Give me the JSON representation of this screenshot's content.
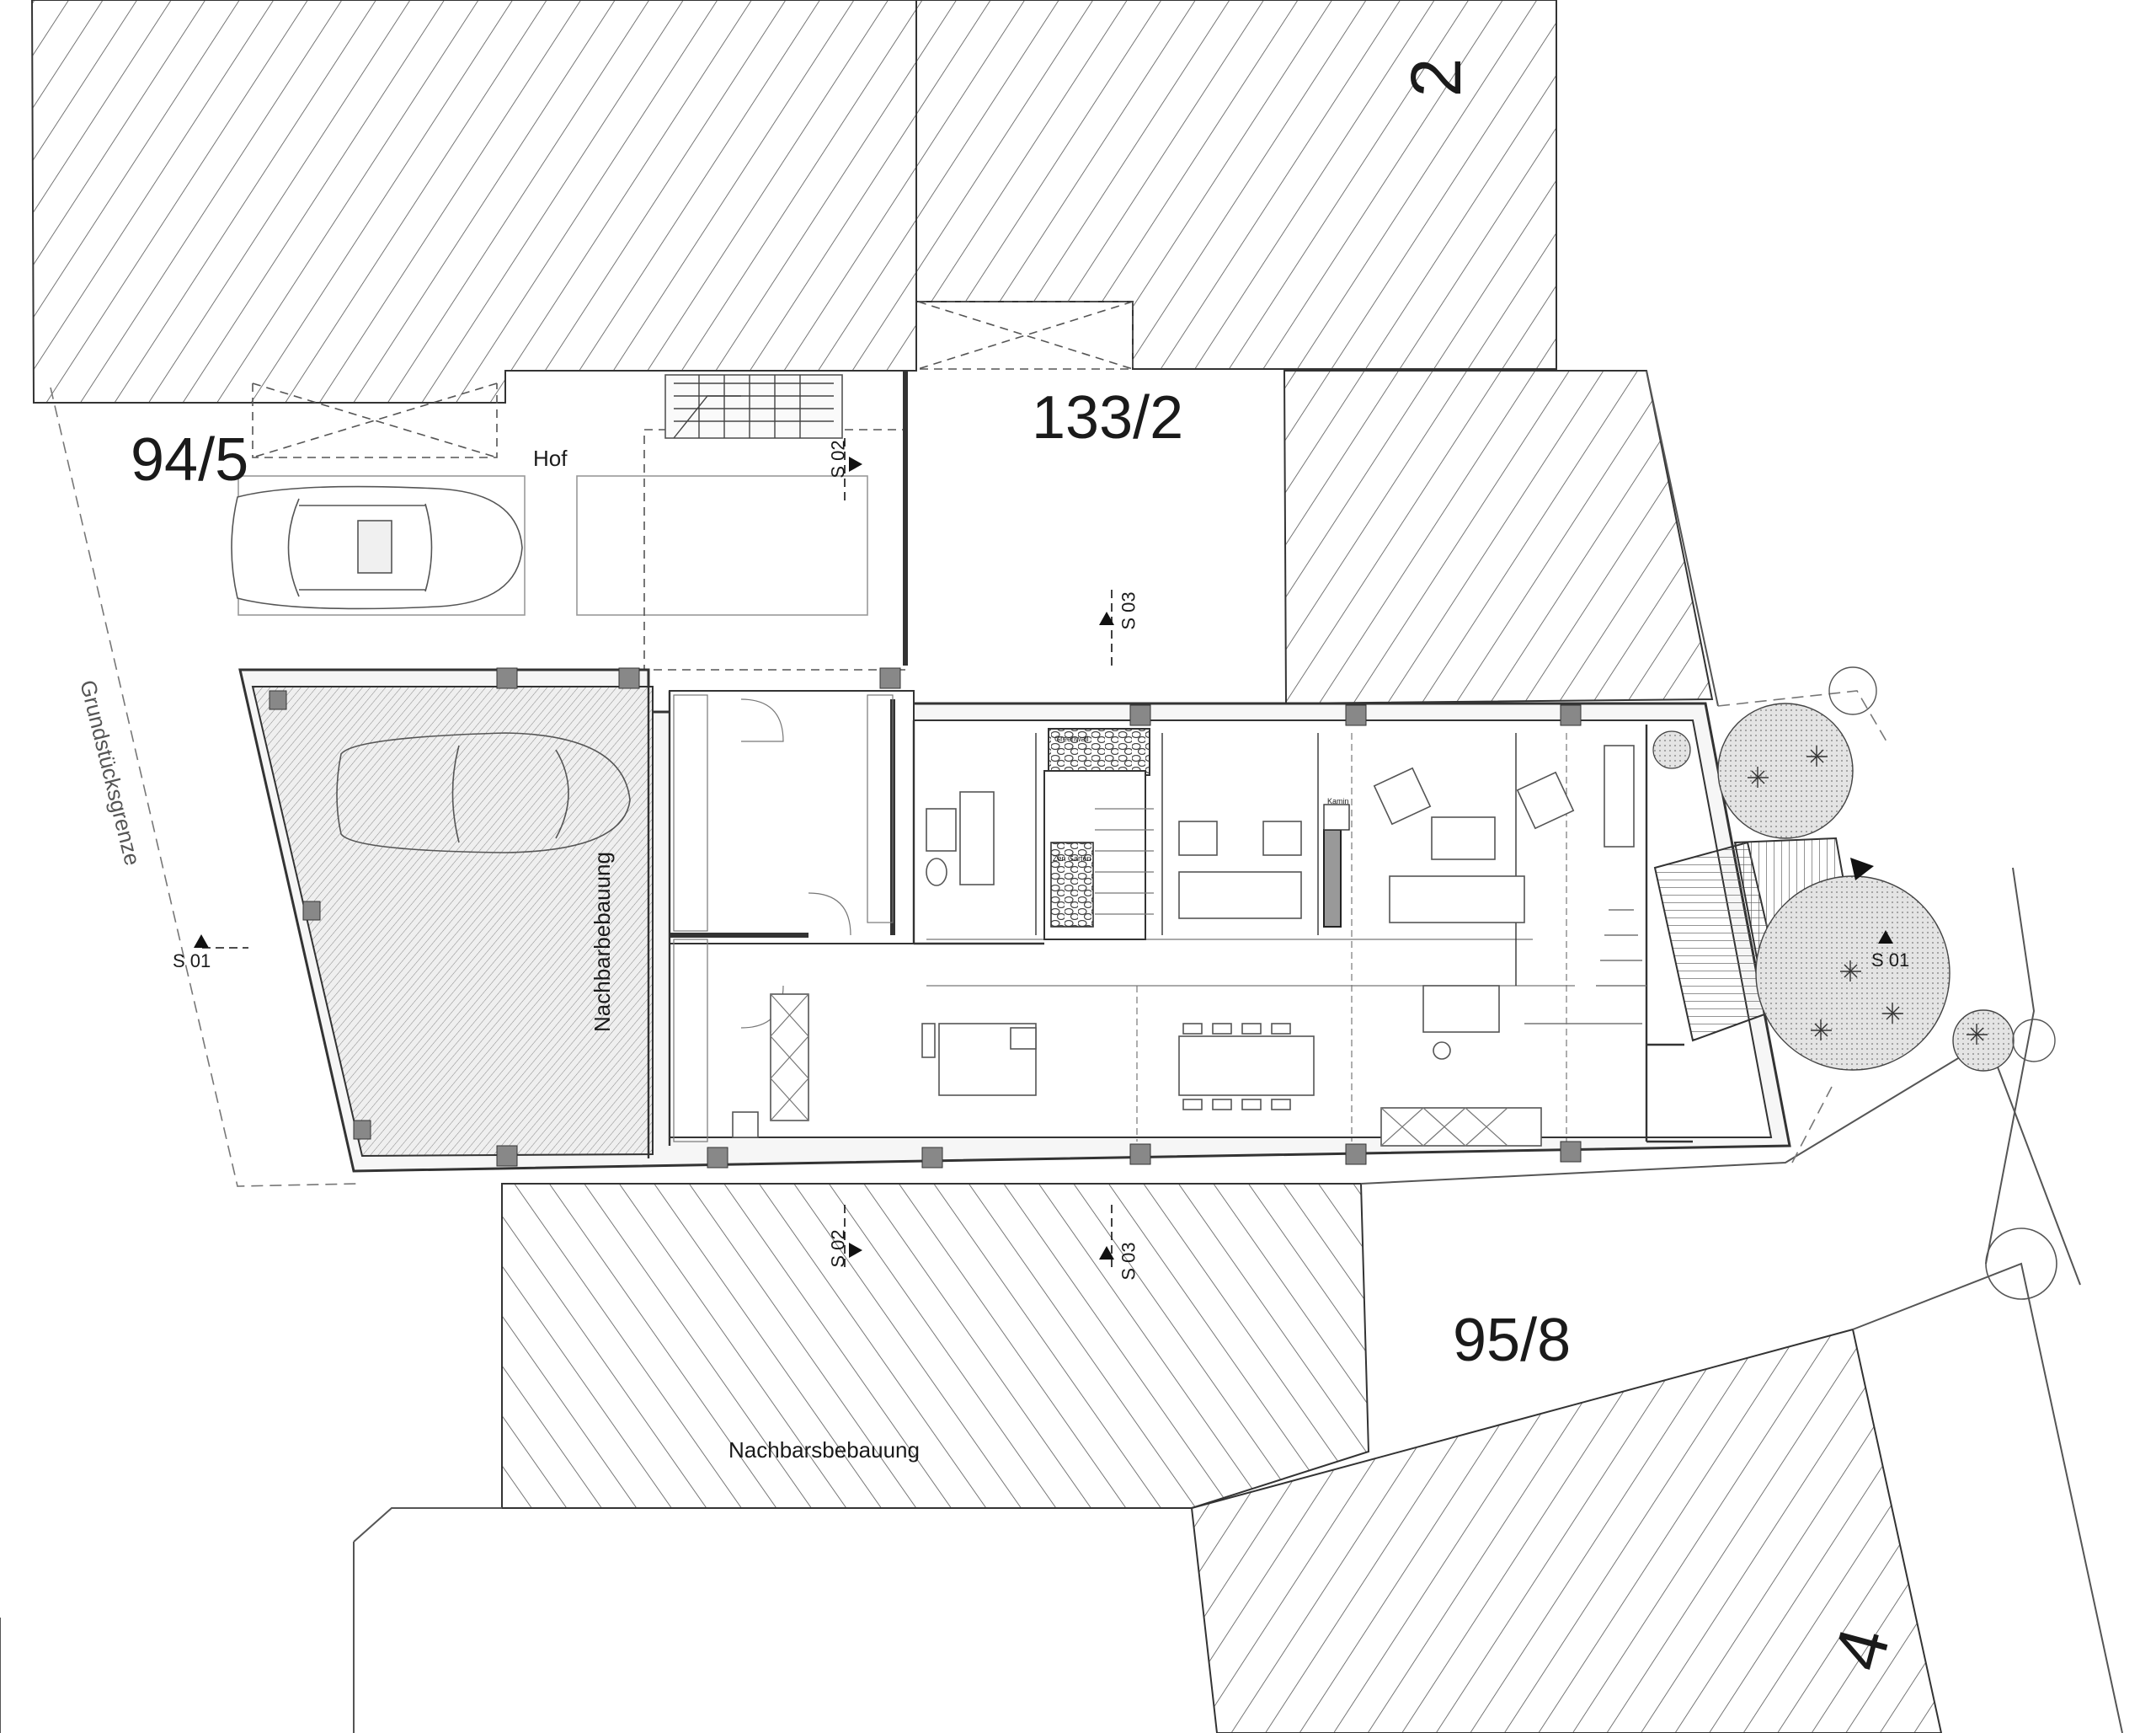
{
  "labels": {
    "parcel_94_5": "94/5",
    "parcel_133_2": "133/2",
    "parcel_95_8": "95/8",
    "house_2": "2",
    "house_4": "4",
    "hof": "Hof",
    "grundstuecksgrenze": "Grundstücksgrenze",
    "nachbarbebauung_vertical": "Nachbarbebauung",
    "nachbarsbebauung": "Nachbarsbebauung",
    "greenwall": "Greenwall",
    "zen_garten": "Zen Garten",
    "kamin": "Kamin"
  },
  "section_marks": {
    "s01": "S 01",
    "s02": "S 02",
    "s03": "S 03"
  },
  "colors": {
    "line": "#333333",
    "thin": "#777777",
    "hatch": "#555555",
    "wall_fill": "#e8e8e8",
    "pillar": "#777777",
    "tree_fill": "#d9d9d9"
  }
}
